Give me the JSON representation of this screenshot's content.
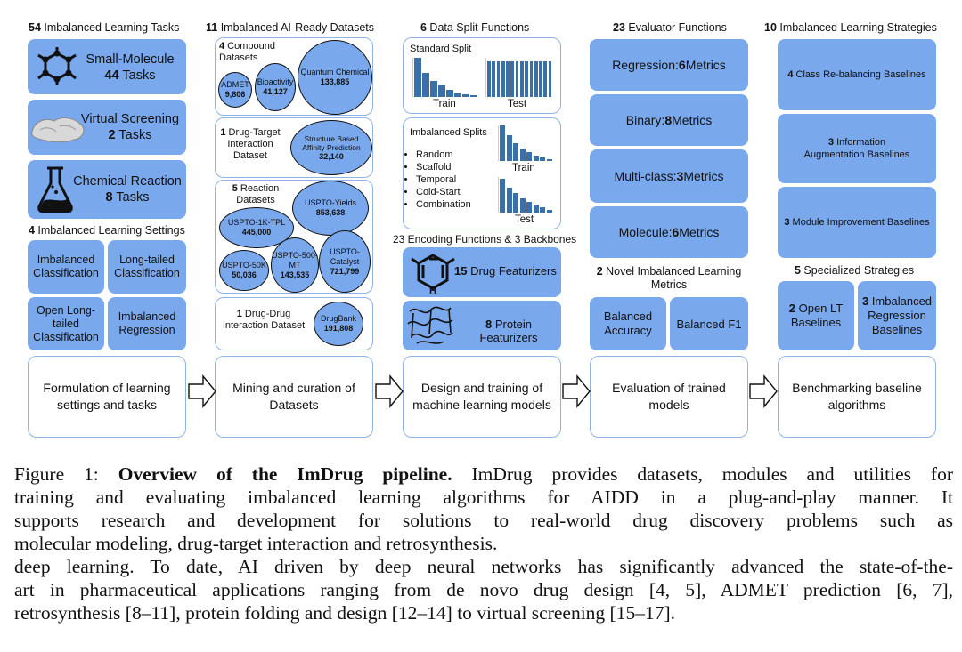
{
  "col1": {
    "header_num": "54",
    "header_text": " Imbalanced Learning Tasks",
    "tasks": [
      {
        "name": "Small-Molecule",
        "count": "44",
        "unit": " Tasks"
      },
      {
        "name": "Virtual Screening",
        "count": "2",
        "unit": " Tasks"
      },
      {
        "name": "Chemical Reaction",
        "count": "8",
        "unit": " Tasks"
      }
    ],
    "settings_num": "4",
    "settings_text": " Imbalanced Learning Settings",
    "settings": [
      "Imbalanced Classification",
      "Long-tailed Classification",
      "Open Long-tailed Classification",
      "Imbalanced Regression"
    ],
    "footer": "Formulation of learning settings and tasks"
  },
  "col2": {
    "header_num": "11",
    "header_text": " Imbalanced AI-Ready Datasets",
    "compound_num": "4",
    "compound_text": " Compound Datasets",
    "compound": [
      {
        "name": "ADMET",
        "count": "9,806"
      },
      {
        "name": "Bioactivity",
        "count": "41,127"
      },
      {
        "name": "Quantum Chemical",
        "count": "133,885"
      }
    ],
    "dti_num": "1",
    "dti_text": " Drug-Target Interaction Dataset",
    "dti": {
      "name": "Structure Based Affinity Prediction",
      "count": "32,140"
    },
    "reaction_num": "5",
    "reaction_text": " Reaction Datasets",
    "reaction": [
      {
        "name": "USPTO-Yields",
        "count": "853,638"
      },
      {
        "name": "USPTO-1K-TPL",
        "count": "445,000"
      },
      {
        "name": "USPTO-50K",
        "count": "50,036"
      },
      {
        "name": "USPTO-500-MT",
        "count": "143,535"
      },
      {
        "name": "USPTO-Catalyst",
        "count": "721,799"
      }
    ],
    "ddi_num": "1",
    "ddi_text": " Drug-Drug Interaction Dataset",
    "ddi": {
      "name": "DrugBank",
      "count": "191,808"
    },
    "footer": "Mining and curation of Datasets"
  },
  "col3": {
    "header_num": "6",
    "header_text": " Data Split Functions",
    "standard_split": "Standard Split",
    "train": "Train",
    "test": "Test",
    "imbalanced_splits": "Imbalanced Splits",
    "split_types": [
      "Random",
      "Scaffold",
      "Temporal",
      "Cold-Start",
      "Combination"
    ],
    "encoding_header": "23 Encoding Functions & 3 Backbones",
    "drug_feat_num": "15",
    "drug_feat_text": " Drug Featurizers",
    "protein_feat_num": "8",
    "protein_feat_text": " Protein Featurizers",
    "footer": "Design and training of machine learning models"
  },
  "col4": {
    "header_num": "23",
    "header_text": " Evaluator Functions",
    "metrics": [
      {
        "name": "Regression: ",
        "count": "6",
        "unit": " Metrics"
      },
      {
        "name": "Binary: ",
        "count": "8",
        "unit": " Metrics"
      },
      {
        "name": "Multi-class: ",
        "count": "3",
        "unit": " Metrics"
      },
      {
        "name": "Molecule: ",
        "count": "6",
        "unit": " Metrics"
      }
    ],
    "novel_num": "2",
    "novel_text": " Novel Imbalanced Learning Metrics",
    "novel": [
      "Balanced Accuracy",
      "Balanced F1"
    ],
    "footer": "Evaluation of trained models"
  },
  "col5": {
    "header_num": "10",
    "header_text": " Imbalanced Learning Strategies",
    "strategies": [
      {
        "num": "4",
        "text": " Class Re-balancing Baselines"
      },
      {
        "num": "3",
        "text": " Information Augmentation Baselines"
      },
      {
        "num": "3",
        "text": " Module Improvement Baselines"
      }
    ],
    "specialized_num": "5",
    "specialized_text": " Specialized Strategies",
    "specialized": [
      {
        "num": "2",
        "text": " Open LT Baselines"
      },
      {
        "num": "3",
        "text": " Imbalanced Regression Baselines"
      }
    ],
    "footer": "Benchmarking baseline algorithms"
  },
  "caption": {
    "label": "Figure 1: ",
    "title": "Overview of the ImDrug pipeline.",
    "line1": " ImDrug provides datasets, modules and utilities for",
    "line2": "training and evaluating imbalanced learning algorithms for AIDD in a plug-and-play manner. It",
    "line3": "supports research and development for solutions to real-world drug discovery problems such as",
    "line4": "molecular modeling, drug-target interaction and retrosynthesis.",
    "line5": "deep learning. To date, AI driven by deep neural networks has significantly advanced the state-of-the-",
    "line6": "art in pharmaceutical applications ranging from de novo drug design [4, 5], ADMET prediction [6, 7],",
    "line7": "retrosynthesis [8–11], protein folding and design [12–14] to virtual screening [15–17]."
  },
  "colors": {
    "box_fill": "#7aa8ec",
    "panel_border": "#8fb4e8",
    "bar": "#3b6fa8"
  }
}
